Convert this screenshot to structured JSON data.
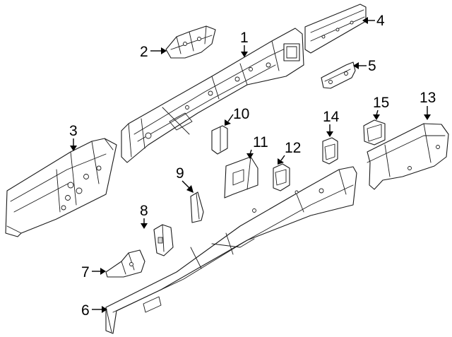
{
  "diagram": {
    "callouts": [
      {
        "number": "1"
      },
      {
        "number": "2"
      },
      {
        "number": "3"
      },
      {
        "number": "4"
      },
      {
        "number": "5"
      },
      {
        "number": "6"
      },
      {
        "number": "7"
      },
      {
        "number": "8"
      },
      {
        "number": "9"
      },
      {
        "number": "10"
      },
      {
        "number": "11"
      },
      {
        "number": "12"
      },
      {
        "number": "13"
      },
      {
        "number": "14"
      },
      {
        "number": "15"
      }
    ]
  }
}
